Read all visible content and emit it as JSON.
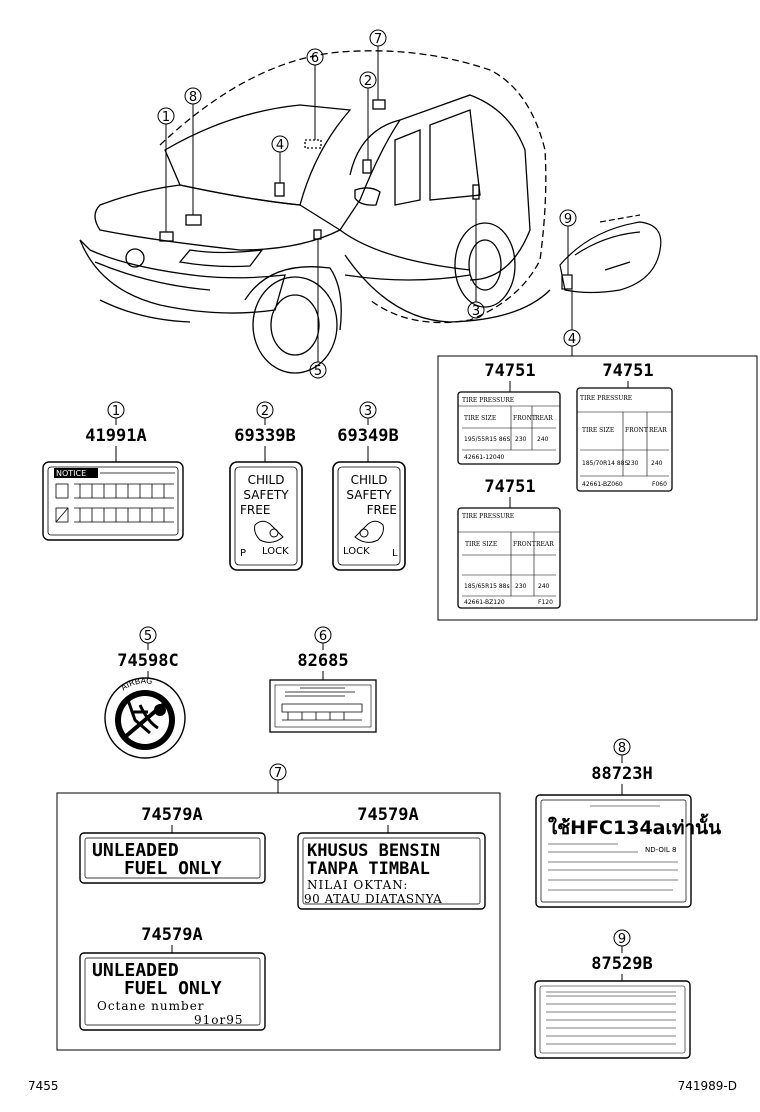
{
  "diagram": {
    "callouts": [
      "1",
      "2",
      "3",
      "4",
      "5",
      "6",
      "7",
      "8",
      "9"
    ],
    "label_1": {
      "number": "1",
      "part_no": "41991A",
      "text": "NOTICE"
    },
    "label_2": {
      "number": "2",
      "part_no": "69339B",
      "line1": "CHILD",
      "line2": "SAFETY",
      "line3": "FREE",
      "left": "P",
      "lock": "LOCK"
    },
    "label_3": {
      "number": "3",
      "part_no": "69349B",
      "line1": "CHILD",
      "line2": "SAFETY",
      "line3": "FREE",
      "lock": "LOCK",
      "right": "L"
    },
    "label_4": {
      "number": "4",
      "part_no_a": "74751",
      "part_no_b": "74751",
      "part_no_c": "74751",
      "tire_pressure": "TIRE PRESSURE",
      "tire_size": "TIRE SIZE",
      "front": "FRONT",
      "rear": "REAR",
      "size_a": "195/55R15 86S",
      "size_c": "185/65R15 88s",
      "size_b": "185/70R14 88S",
      "val_230": "230",
      "val_240": "240",
      "code_a": "42661-12040",
      "code_b": "42661-BZ060",
      "code_c": "42661-BZ120",
      "f060": "F060",
      "f120": "F120"
    },
    "label_5": {
      "number": "5",
      "part_no": "74598C",
      "airbag": "AIRBAG"
    },
    "label_6": {
      "number": "6",
      "part_no": "82685"
    },
    "label_7": {
      "number": "7",
      "part_no_a": "74579A",
      "part_no_b": "74579A",
      "part_no_c": "74579A",
      "a_line1": "UNLEADED",
      "a_line2": "FUEL ONLY",
      "b_line1": "KHUSUS BENSIN",
      "b_line2": "TANPA TIMBAL",
      "b_line3": "NILAI OKTAN:",
      "b_line4": "90 ATAU DIATASNYA",
      "c_line1": "UNLEADED",
      "c_line2": "FUEL ONLY",
      "c_line3": "Octane number",
      "c_line4": "91or95"
    },
    "label_8": {
      "number": "8",
      "part_no": "88723H",
      "main": "ใช้HFC134aเท่านั้น",
      "oil": "ND-OIL 8"
    },
    "label_9": {
      "number": "9",
      "part_no": "87529B"
    },
    "footer_left": "7455",
    "footer_right": "741989-D"
  }
}
